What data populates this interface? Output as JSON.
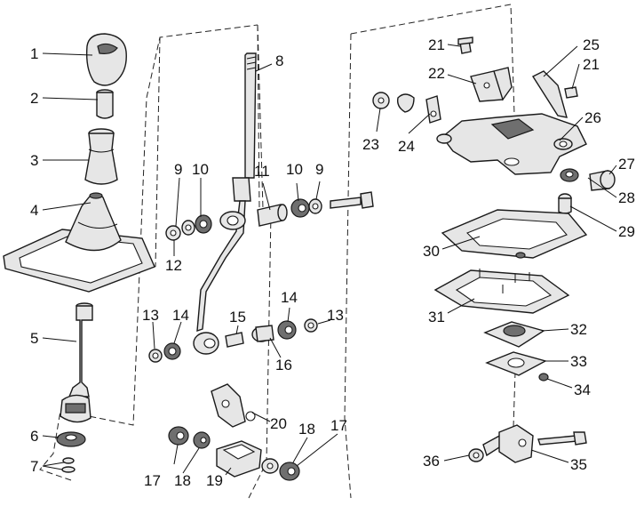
{
  "labels": {
    "p1": "1",
    "p2": "2",
    "p3": "3",
    "p4": "4",
    "p5": "5",
    "p6": "6",
    "p7": "7",
    "p8": "8",
    "p9a": "9",
    "p9b": "9",
    "p10a": "10",
    "p10b": "10",
    "p11": "11",
    "p12": "12",
    "p13a": "13",
    "p13b": "13",
    "p14a": "14",
    "p14b": "14",
    "p15": "15",
    "p16": "16",
    "p17a": "17",
    "p17b": "17",
    "p18a": "18",
    "p18b": "18",
    "p19": "19",
    "p20": "20",
    "p21a": "21",
    "p21b": "21",
    "p22": "22",
    "p23": "23",
    "p24": "24",
    "p25": "25",
    "p26": "26",
    "p27": "27",
    "p28": "28",
    "p29": "29",
    "p30": "30",
    "p31": "31",
    "p32": "32",
    "p33": "33",
    "p34": "34",
    "p35": "35",
    "p36": "36"
  }
}
